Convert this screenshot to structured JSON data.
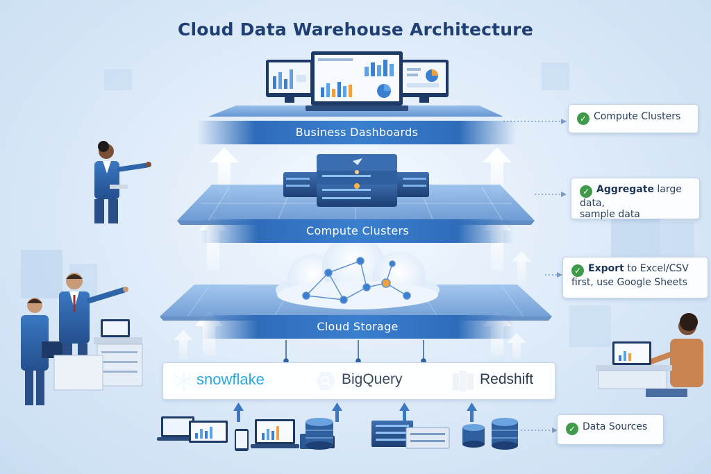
{
  "title": "Cloud Data Warehouse Architecture",
  "layers": {
    "dashboards": "Business Dashboards",
    "compute": "Compute Clusters",
    "storage": "Cloud Storage"
  },
  "vendors": {
    "snowflake": "snowflake",
    "bigquery": "BigQuery",
    "redshift": "Redshift"
  },
  "callouts": {
    "compute": {
      "text": "Compute Clusters"
    },
    "aggregate": {
      "bold": "Aggregate",
      "rest": " large data,",
      "line2": "sample data"
    },
    "export": {
      "bold": "Export",
      "rest": " to Excel/CSV",
      "line2": "first, use Google Sheets"
    },
    "sources": {
      "text": "Data Sources"
    }
  },
  "colors": {
    "title": "#1f3f73",
    "band": "#2e6cb9",
    "check": "#3f9a4a",
    "snowflake": "#29a8e0",
    "bigquery": "#4285f4",
    "redshift": "#205b97"
  }
}
